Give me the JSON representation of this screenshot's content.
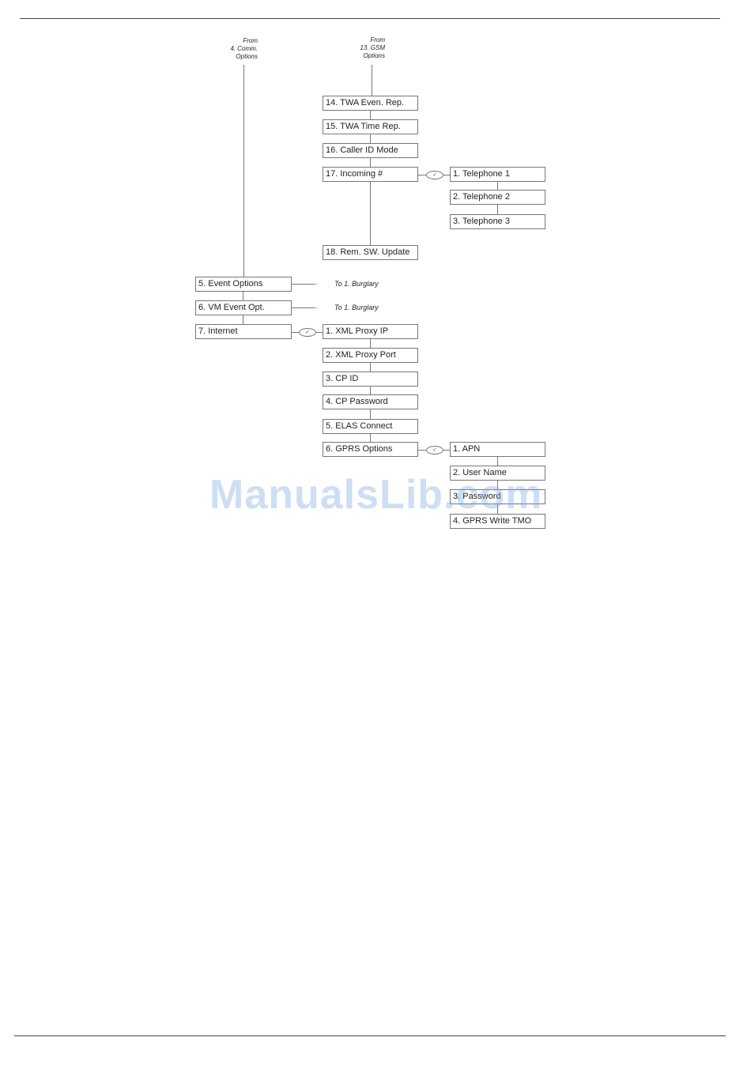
{
  "notes": {
    "from_comm": "From\n4. Comm.\nOptions",
    "from_gsm": "From\n13. GSM\nOptions"
  },
  "gsm_menu": [
    "14. TWA Even. Rep.",
    "15. TWA Time Rep.",
    "16. Caller ID Mode",
    "17. Incoming #",
    "18. Rem. SW. Update"
  ],
  "incoming_menu": [
    "1. Telephone 1",
    "2. Telephone 2",
    "3. Telephone 3"
  ],
  "comm_menu": [
    "5. Event Options",
    "6. VM Event Opt.",
    "7. Internet"
  ],
  "to_labels": [
    "To 1. Burglary",
    "To 1. Burglary"
  ],
  "internet_menu": [
    "1. XML Proxy IP",
    "2. XML Proxy Port",
    "3. CP ID",
    "4. CP Password",
    "5. ELAS Connect",
    "6. GPRS Options"
  ],
  "gprs_menu": [
    "1. APN",
    "2. User Name",
    "3. Password",
    "4. GPRS Write TMO"
  ],
  "check_symbol": "✓",
  "arrow_symbol": "→",
  "watermark": "ManualsLib.com"
}
